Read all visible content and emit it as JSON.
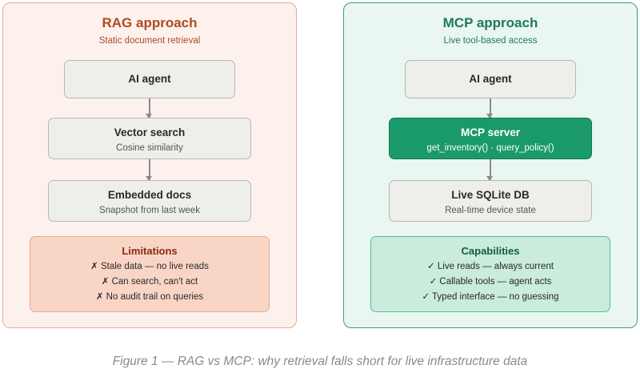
{
  "rag": {
    "title": "RAG approach",
    "subtitle": "Static document retrieval",
    "agent": {
      "title": "AI agent"
    },
    "middle": {
      "title": "Vector search",
      "subtitle": "Cosine similarity"
    },
    "bottom": {
      "title": "Embedded docs",
      "subtitle": "Snapshot from last week"
    },
    "box": {
      "title": "Limitations",
      "items": [
        "✗ Stale data — no live reads",
        "✗ Can search, can't act",
        "✗ No audit trail on queries"
      ]
    }
  },
  "mcp": {
    "title": "MCP approach",
    "subtitle": "Live tool-based access",
    "agent": {
      "title": "AI agent"
    },
    "middle": {
      "title": "MCP server",
      "subtitle": "get_inventory() · query_policy()"
    },
    "bottom": {
      "title": "Live SQLite DB",
      "subtitle": "Real-time device state"
    },
    "box": {
      "title": "Capabilities",
      "items": [
        "✓ Live reads — always current",
        "✓ Callable tools — agent acts",
        "✓ Typed interface — no guessing"
      ]
    }
  },
  "caption": "Figure 1 — RAG vs MCP: why retrieval falls short for live infrastructure data",
  "colors": {
    "rag_accent": "#b04a20",
    "mcp_accent": "#1f7a5a",
    "mcp_server_fill": "#1a9a6a"
  }
}
